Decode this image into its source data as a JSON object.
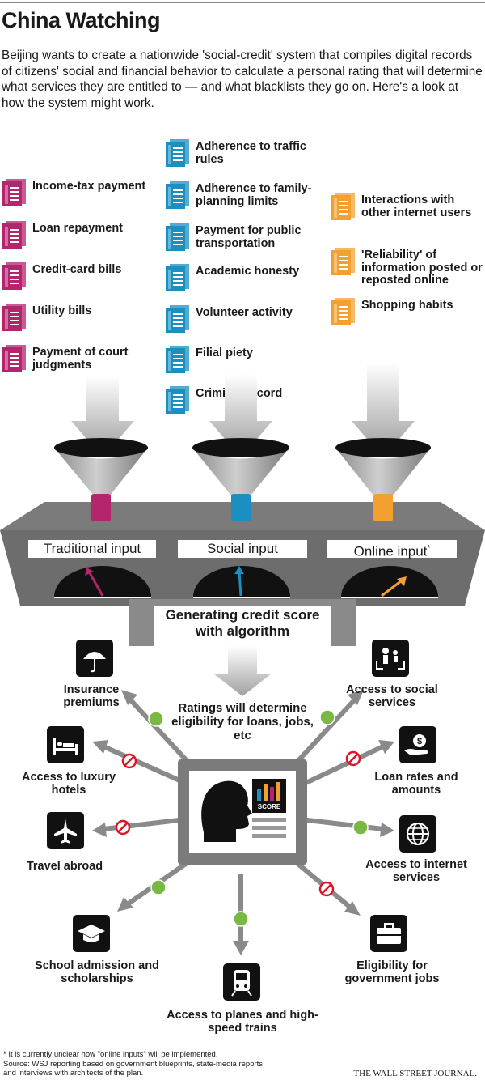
{
  "title": "China Watching",
  "intro": "Beijing wants to create a nationwide 'social-credit' system that compiles digital records of citizens' social and financial behavior to calculate a personal rating that will determine what services they are entitled to — and what blacklists they go on. Here's a look at how the system might work.",
  "colors": {
    "traditional": "#b5256e",
    "social": "#1b8fc2",
    "online": "#f2a030",
    "gray": "#777777",
    "green": "#79b843",
    "red": "#d7182a"
  },
  "traditional_inputs": [
    "Income-tax payment",
    "Loan repayment",
    "Credit-card bills",
    "Utility bills",
    "Payment of court judgments"
  ],
  "social_inputs": [
    "Adherence to traffic rules",
    "Adherence to family-planning limits",
    "Payment for public transportation",
    "Academic honesty",
    "Volunteer activity",
    "Filial piety",
    "Criminal record"
  ],
  "online_inputs": [
    "Interactions with other internet users",
    "'Reliability' of information posted or reposted online",
    "Shopping habits"
  ],
  "gauges": {
    "traditional": "Traditional input",
    "social": "Social input",
    "online": "Online input",
    "online_mark": "*"
  },
  "algorithm": "Generating credit score with algorithm",
  "ratings": "Ratings will determine eligibility for loans, jobs, etc",
  "score_label": "SCORE",
  "outputs": {
    "insurance": {
      "label": "Insurance premiums",
      "icon": "umbrella-icon",
      "status": "allowed"
    },
    "hotels": {
      "label": "Access to luxury hotels",
      "icon": "bed-icon",
      "status": "blocked"
    },
    "travel": {
      "label": "Travel abroad",
      "icon": "airplane-icon",
      "status": "blocked"
    },
    "school": {
      "label": "School admission and scholarships",
      "icon": "graduation-cap-icon",
      "status": "allowed"
    },
    "trains": {
      "label": "Access to planes and high-speed trains",
      "icon": "train-icon",
      "status": "allowed"
    },
    "govjobs": {
      "label": "Eligibility for government jobs",
      "icon": "briefcase-icon",
      "status": "blocked"
    },
    "internet": {
      "label": "Access to internet services",
      "icon": "globe-icon",
      "status": "allowed"
    },
    "loans": {
      "label": "Loan rates and amounts",
      "icon": "money-bag-icon",
      "status": "blocked"
    },
    "social": {
      "label": "Access to social services",
      "icon": "family-icon",
      "status": "allowed"
    }
  },
  "footnote": "* It is currently unclear how \"online inputs\" will be implemented.",
  "source": "Source: WSJ reporting based on government blueprints, state-media reports and interviews with architects of the plan.",
  "credit": "THE WALL STREET JOURNAL."
}
